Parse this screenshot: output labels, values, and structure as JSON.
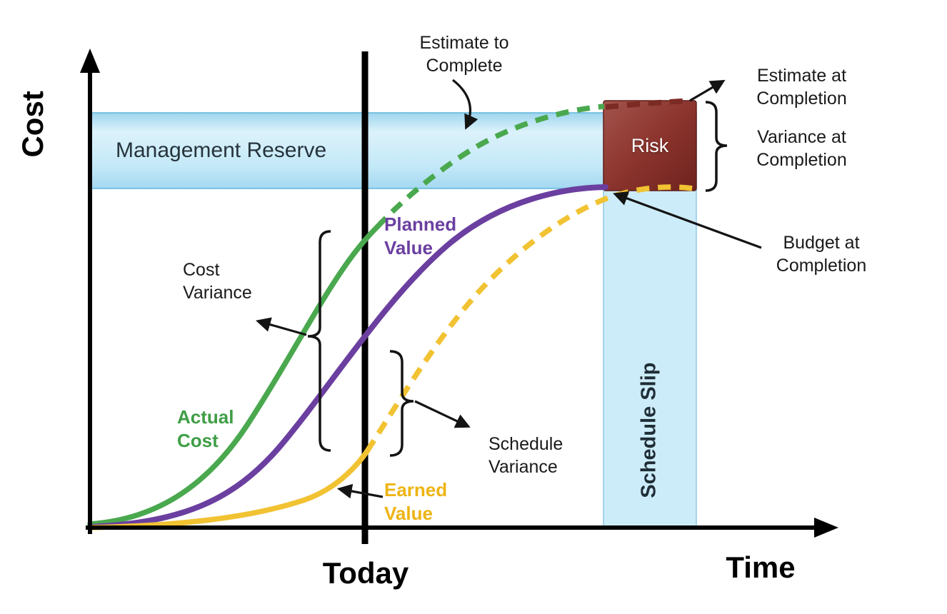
{
  "axes": {
    "y_label": "Cost",
    "x_label": "Time",
    "today_label": "Today"
  },
  "regions": {
    "management_reserve": {
      "label": "Management Reserve",
      "fill": "#c9e9f7"
    },
    "schedule_slip": {
      "label": "Schedule Slip",
      "fill": "#cdecf9"
    },
    "risk": {
      "label": "Risk",
      "fill": "#8c342e",
      "text_color": "#ffffff"
    }
  },
  "curves": {
    "actual_cost": {
      "label": "Actual\nCost",
      "color": "#4aa84e"
    },
    "planned_value": {
      "label": "Planned\nValue",
      "color": "#6b3fa0"
    },
    "earned_value": {
      "label": "Earned\nValue",
      "color": "#f1c232"
    },
    "risk_top_dash_color": "#7b2a24"
  },
  "annotations": {
    "estimate_to_complete": "Estimate to\nComplete",
    "estimate_at_completion": "Estimate at\nCompletion",
    "variance_at_completion": "Variance at\nCompletion",
    "budget_at_completion": "Budget at\nCompletion",
    "cost_variance": "Cost\nVariance",
    "schedule_variance": "Schedule\nVariance"
  }
}
